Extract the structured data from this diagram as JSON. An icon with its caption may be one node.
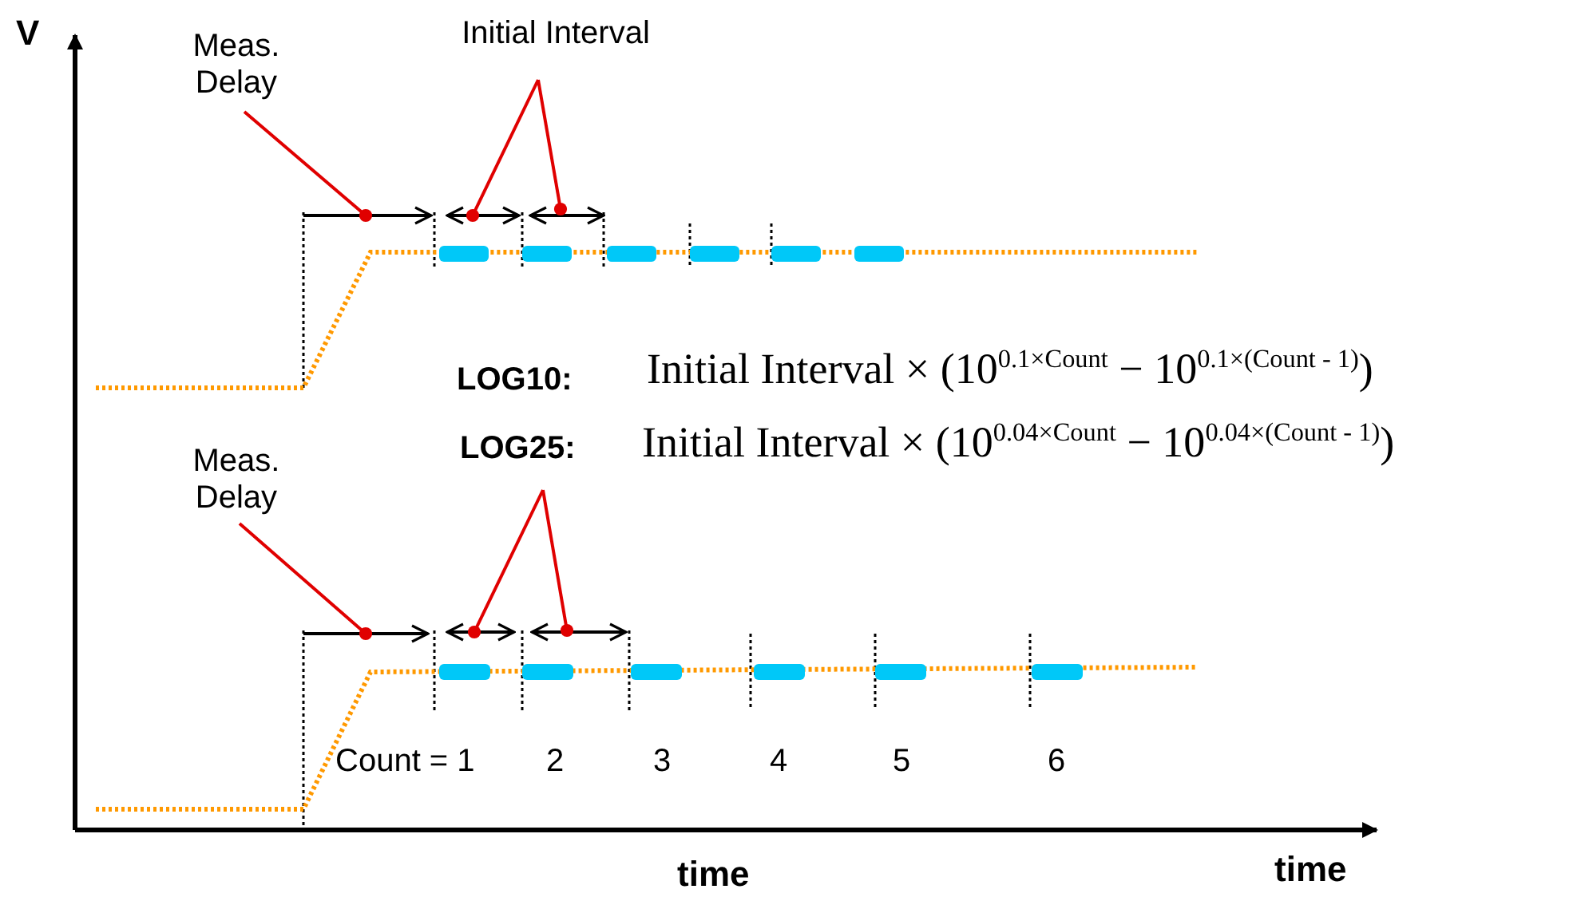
{
  "diagram": {
    "nodes": [
      {
        "text": [
          "Meas. Delay"
        ]
      },
      {
        "text": [
          "Initial Interval"
        ]
      },
      {
        "text": [],
        "shape": "arrow"
      },
      {
        "text": [],
        "shape": "arrow"
      },
      {
        "text": [],
        "shape": "arrow"
      },
      {
        "text": [
          "Meas. Delay"
        ]
      },
      {
        "text": [],
        "shape": "arrow"
      },
      {
        "text": [],
        "shape": "arrow"
      },
      {
        "text": [],
        "shape": "arrow"
      }
    ],
    "edges": [
      {
        "from": 0,
        "to": 2,
        "arrow": "other"
      },
      {
        "from": 1,
        "to": 3,
        "arrow": "other"
      },
      {
        "from": 1,
        "to": 4,
        "arrow": "other"
      },
      {
        "from": 5,
        "to": 6,
        "arrow": "other"
      },
      {
        "from": null,
        "to": 7,
        "arrow": "other"
      },
      {
        "from": null,
        "to": 8,
        "arrow": "other"
      }
    ],
    "labels": [
      "V",
      "LOG10:",
      "Initial Interval × (10$^{0.1×Count}$ − 10$^{0.1×(Count - 1)}$)",
      "LOG25:",
      "Initial Interval × (10$^{0.04×Count}$ − 10$^{0.04×(Count - 1)}$)",
      "Count = 1",
      "2",
      "3",
      "4",
      "5",
      "6",
      "time",
      "time"
    ]
  }
}
